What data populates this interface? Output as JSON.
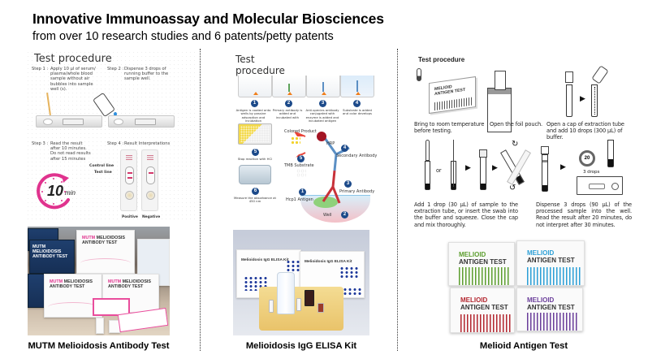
{
  "header": {
    "title": "Innovative Immunoassay and Molecular Biosciences",
    "subtitle": "from over 10 research studies and 6 patents/petty patents"
  },
  "products": [
    {
      "name": "MUTM Melioidosis Antibody Test",
      "procedure": {
        "heading": "Test procedure",
        "steps": [
          {
            "label": "Step 1 :",
            "text": "Apply 10 µl of serum/ plasma/whole blood sample without air bubbles into sample well (s)."
          },
          {
            "label": "Step 2 :",
            "text": "Dispense 3 drops of running buffer to the sample well."
          },
          {
            "label": "Step 3 :",
            "text": "Read the result after 10 minutes. Do not read results after 15 minutes"
          },
          {
            "label": "Step 4 :",
            "text": "Result Interpretations"
          }
        ],
        "timer": {
          "value": "10",
          "unit": "min",
          "accent": "#e0338e"
        },
        "interpretation": {
          "control_line": "Control line",
          "test_line": "Test line",
          "positive": "Positive",
          "negative": "Negative"
        }
      },
      "photo": {
        "box_brand": "MUTM",
        "box_title_1": "MELIOIDOSIS",
        "box_title_2": "ANTIBODY TEST",
        "navy_box_title": "MUTM MELIOIDOSIS ANTIBODY TEST"
      }
    },
    {
      "name": "Melioidosis IgG ELISA Kit",
      "procedure": {
        "heading": "Test procedure",
        "steps": [
          {
            "num": "1",
            "text": "Antigen is coated onto wells by passive adsorption and incubation"
          },
          {
            "num": "2",
            "text": "Primary antibody is added and incubated with"
          },
          {
            "num": "3",
            "text": "Anti-species antibody conjugated with enzyme is added and incubated antigen"
          },
          {
            "num": "4",
            "text": "Substrate is added and color develops"
          },
          {
            "num": "5",
            "text": "Stop reaction with HCl"
          },
          {
            "num": "6",
            "text": "Measure the absorbance at 450 nm"
          }
        ],
        "diagram_labels": {
          "colored_product": "Colored Product",
          "hrp": "HRP",
          "secondary_antibody": "Secondary Antibody",
          "tmb_substrate": "TMB Substrate",
          "primary_antibody": "Primary Antibody",
          "antigen": "Hcp1 Antigen",
          "well": "Well",
          "num_1": "1",
          "num_2": "2",
          "num_3": "3",
          "num_4": "4",
          "num_5": "5"
        }
      },
      "photo": {
        "box_title": "Melioidosis IgG ELISA Kit"
      }
    },
    {
      "name": "Melioid Antigen Test",
      "procedure": {
        "heading": "Test procedure",
        "steps": [
          {
            "text": "Bring to room temperature before testing."
          },
          {
            "text": "Open the foil pouch."
          },
          {
            "text": "Open a cap of extraction tube and add 10 drops (300 µL) of buffer."
          },
          {
            "text": "Add 1 drop (30 µL) of sample to the extraction tube, or insert the swab into the buffer and squeeze. Close the cap and mix thoroughly."
          },
          {
            "text": "Dispense 3 drops (90 µL) of the processed sample into the well. Read the result after 20 minutes, do not interpret after 30 minutes."
          }
        ],
        "or_label": "or",
        "drops_label": "3 drops",
        "stopwatch_value": "20",
        "mini_box": {
          "line1": "MELIOID",
          "line2": "ANTIGEN TEST"
        }
      },
      "photo": {
        "boxes": [
          {
            "line1": "MELIOID",
            "line2": "ANTIGEN TEST",
            "color": "#5c9e2e"
          },
          {
            "line1": "MELIOID",
            "line2": "ANTIGEN TEST",
            "color": "#2b9fd6"
          },
          {
            "line1": "MELIOID",
            "line2": "ANTIGEN TEST",
            "color": "#b3262f"
          },
          {
            "line1": "MELIOID",
            "line2": "ANTIGEN TEST",
            "color": "#6a3d9a"
          }
        ]
      }
    }
  ]
}
